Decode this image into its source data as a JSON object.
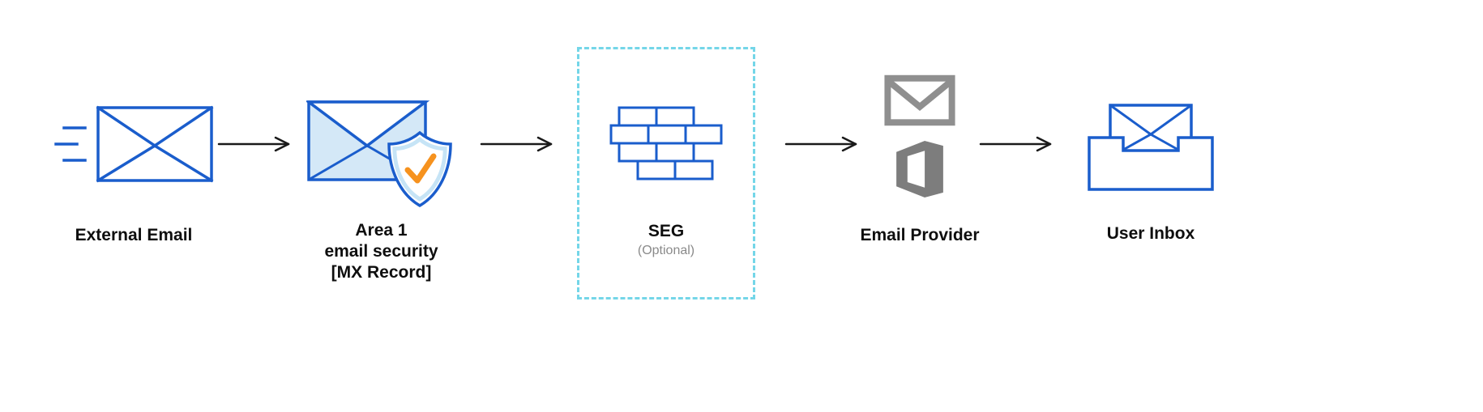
{
  "nodes": {
    "external_email": {
      "label": "External Email"
    },
    "area1": {
      "lines": [
        "Area 1",
        "email security",
        "[MX Record]"
      ]
    },
    "seg": {
      "label": "SEG",
      "sublabel": "(Optional)"
    },
    "email_provider": {
      "label": "Email Provider"
    },
    "user_inbox": {
      "label": "User Inbox"
    }
  },
  "icons": {
    "external_email": "envelope-with-motion-lines",
    "area1": "envelope-with-shield-check",
    "seg": "firewall-bricks",
    "email_provider": "gmail-and-office-logos",
    "user_inbox": "envelope-in-tray"
  },
  "colors": {
    "primary_blue": "#1a5dcc",
    "light_blue_fill": "#d4e8f7",
    "dashed_cyan": "#74d6e8",
    "check_orange": "#f6921e",
    "provider_gray": "#8f8f8f",
    "arrow_black": "#1a1a1a",
    "label_text": "#0e0e0e",
    "sublabel_gray": "#8a8a8a"
  }
}
